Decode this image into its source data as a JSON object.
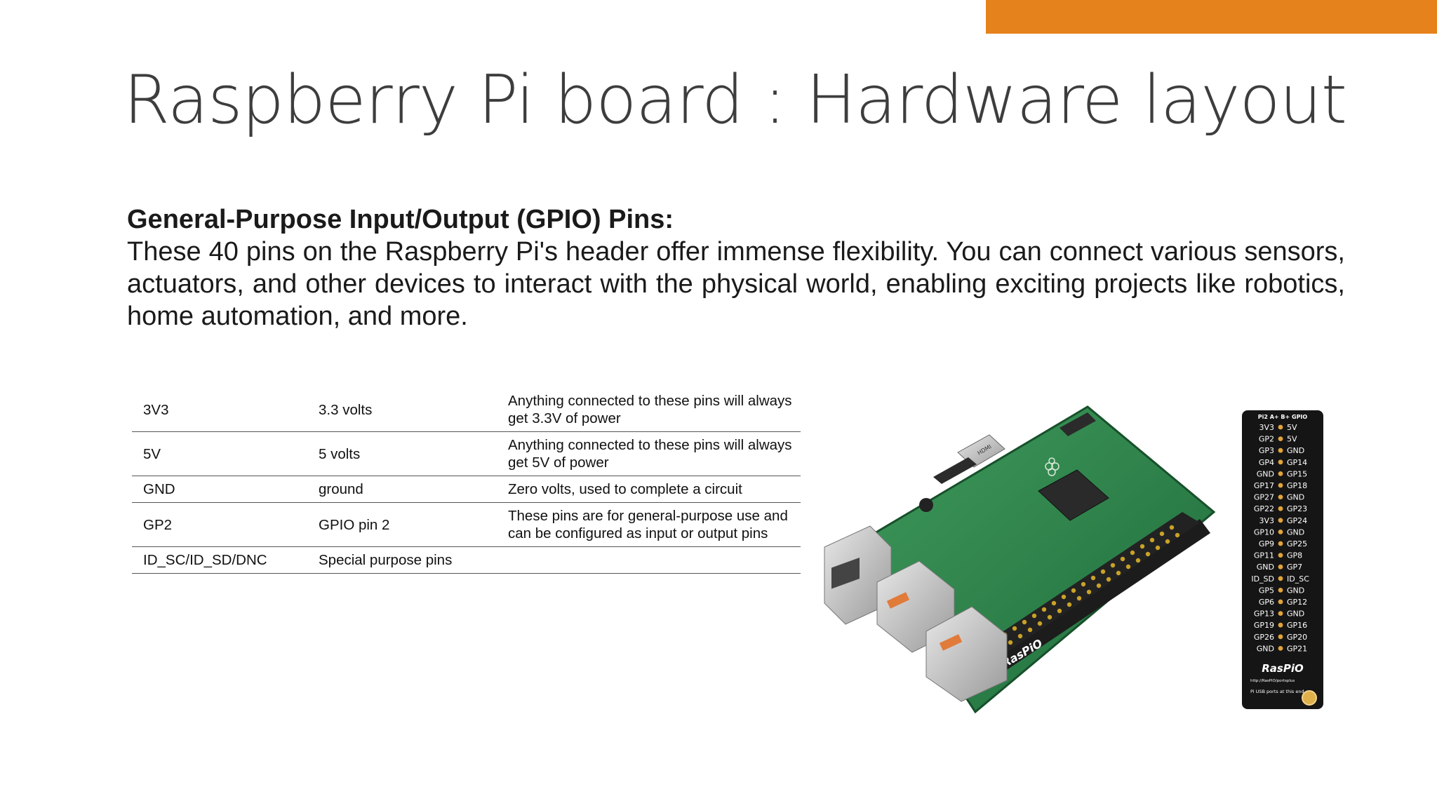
{
  "slide": {
    "title": "Raspberry Pi board : Hardware layout",
    "accent_color": "#E6821C"
  },
  "body": {
    "heading": "General-Purpose Input/Output (GPIO) Pins:",
    "paragraph": "These 40 pins on the Raspberry Pi's header offer immense flexibility. You can connect various sensors, actuators, and other devices to interact with the physical world, enabling exciting projects like robotics, home automation, and more."
  },
  "pin_table": {
    "rows": [
      {
        "pin": "3V3",
        "meaning": "3.3 volts",
        "description": "Anything connected to these pins will always get 3.3V of power"
      },
      {
        "pin": "5V",
        "meaning": "5 volts",
        "description": "Anything connected to these pins will always get 5V of power"
      },
      {
        "pin": "GND",
        "meaning": "ground",
        "description": "Zero volts, used to complete a circuit"
      },
      {
        "pin": "GP2",
        "meaning": "GPIO pin 2",
        "description": "These pins are for general-purpose use and can be configured as input or output pins"
      },
      {
        "pin": "ID_SC/ID_SD/DNC",
        "meaning": "Special purpose pins",
        "description": ""
      }
    ]
  },
  "images": {
    "board_photo": {
      "icon": "raspberry-pi-board-photo",
      "board_brand": "RasPiO",
      "hdmi_label": "HDMI"
    },
    "pinout_card": {
      "icon": "gpio-pinout-card",
      "header": "Pi2 A+ B+ GPIO",
      "left_labels": [
        "3V3",
        "GP2",
        "GP3",
        "GP4",
        "GND",
        "GP17",
        "GP27",
        "GP22",
        "3V3",
        "GP10",
        "GP9",
        "GP11",
        "GND",
        "ID_SD",
        "GP5",
        "GP6",
        "GP13",
        "GP19",
        "GP26",
        "GND"
      ],
      "right_labels": [
        "5V",
        "5V",
        "GND",
        "GP14",
        "GP15",
        "GP18",
        "GND",
        "GP23",
        "GP24",
        "GND",
        "GP25",
        "GP8",
        "GP7",
        "ID_SC",
        "GND",
        "GP12",
        "GND",
        "GP16",
        "GP20",
        "GP21"
      ],
      "brand": "RasPiO",
      "url": "http://RasPiO/portsplus",
      "footer": "Pi USB ports at this end"
    }
  }
}
